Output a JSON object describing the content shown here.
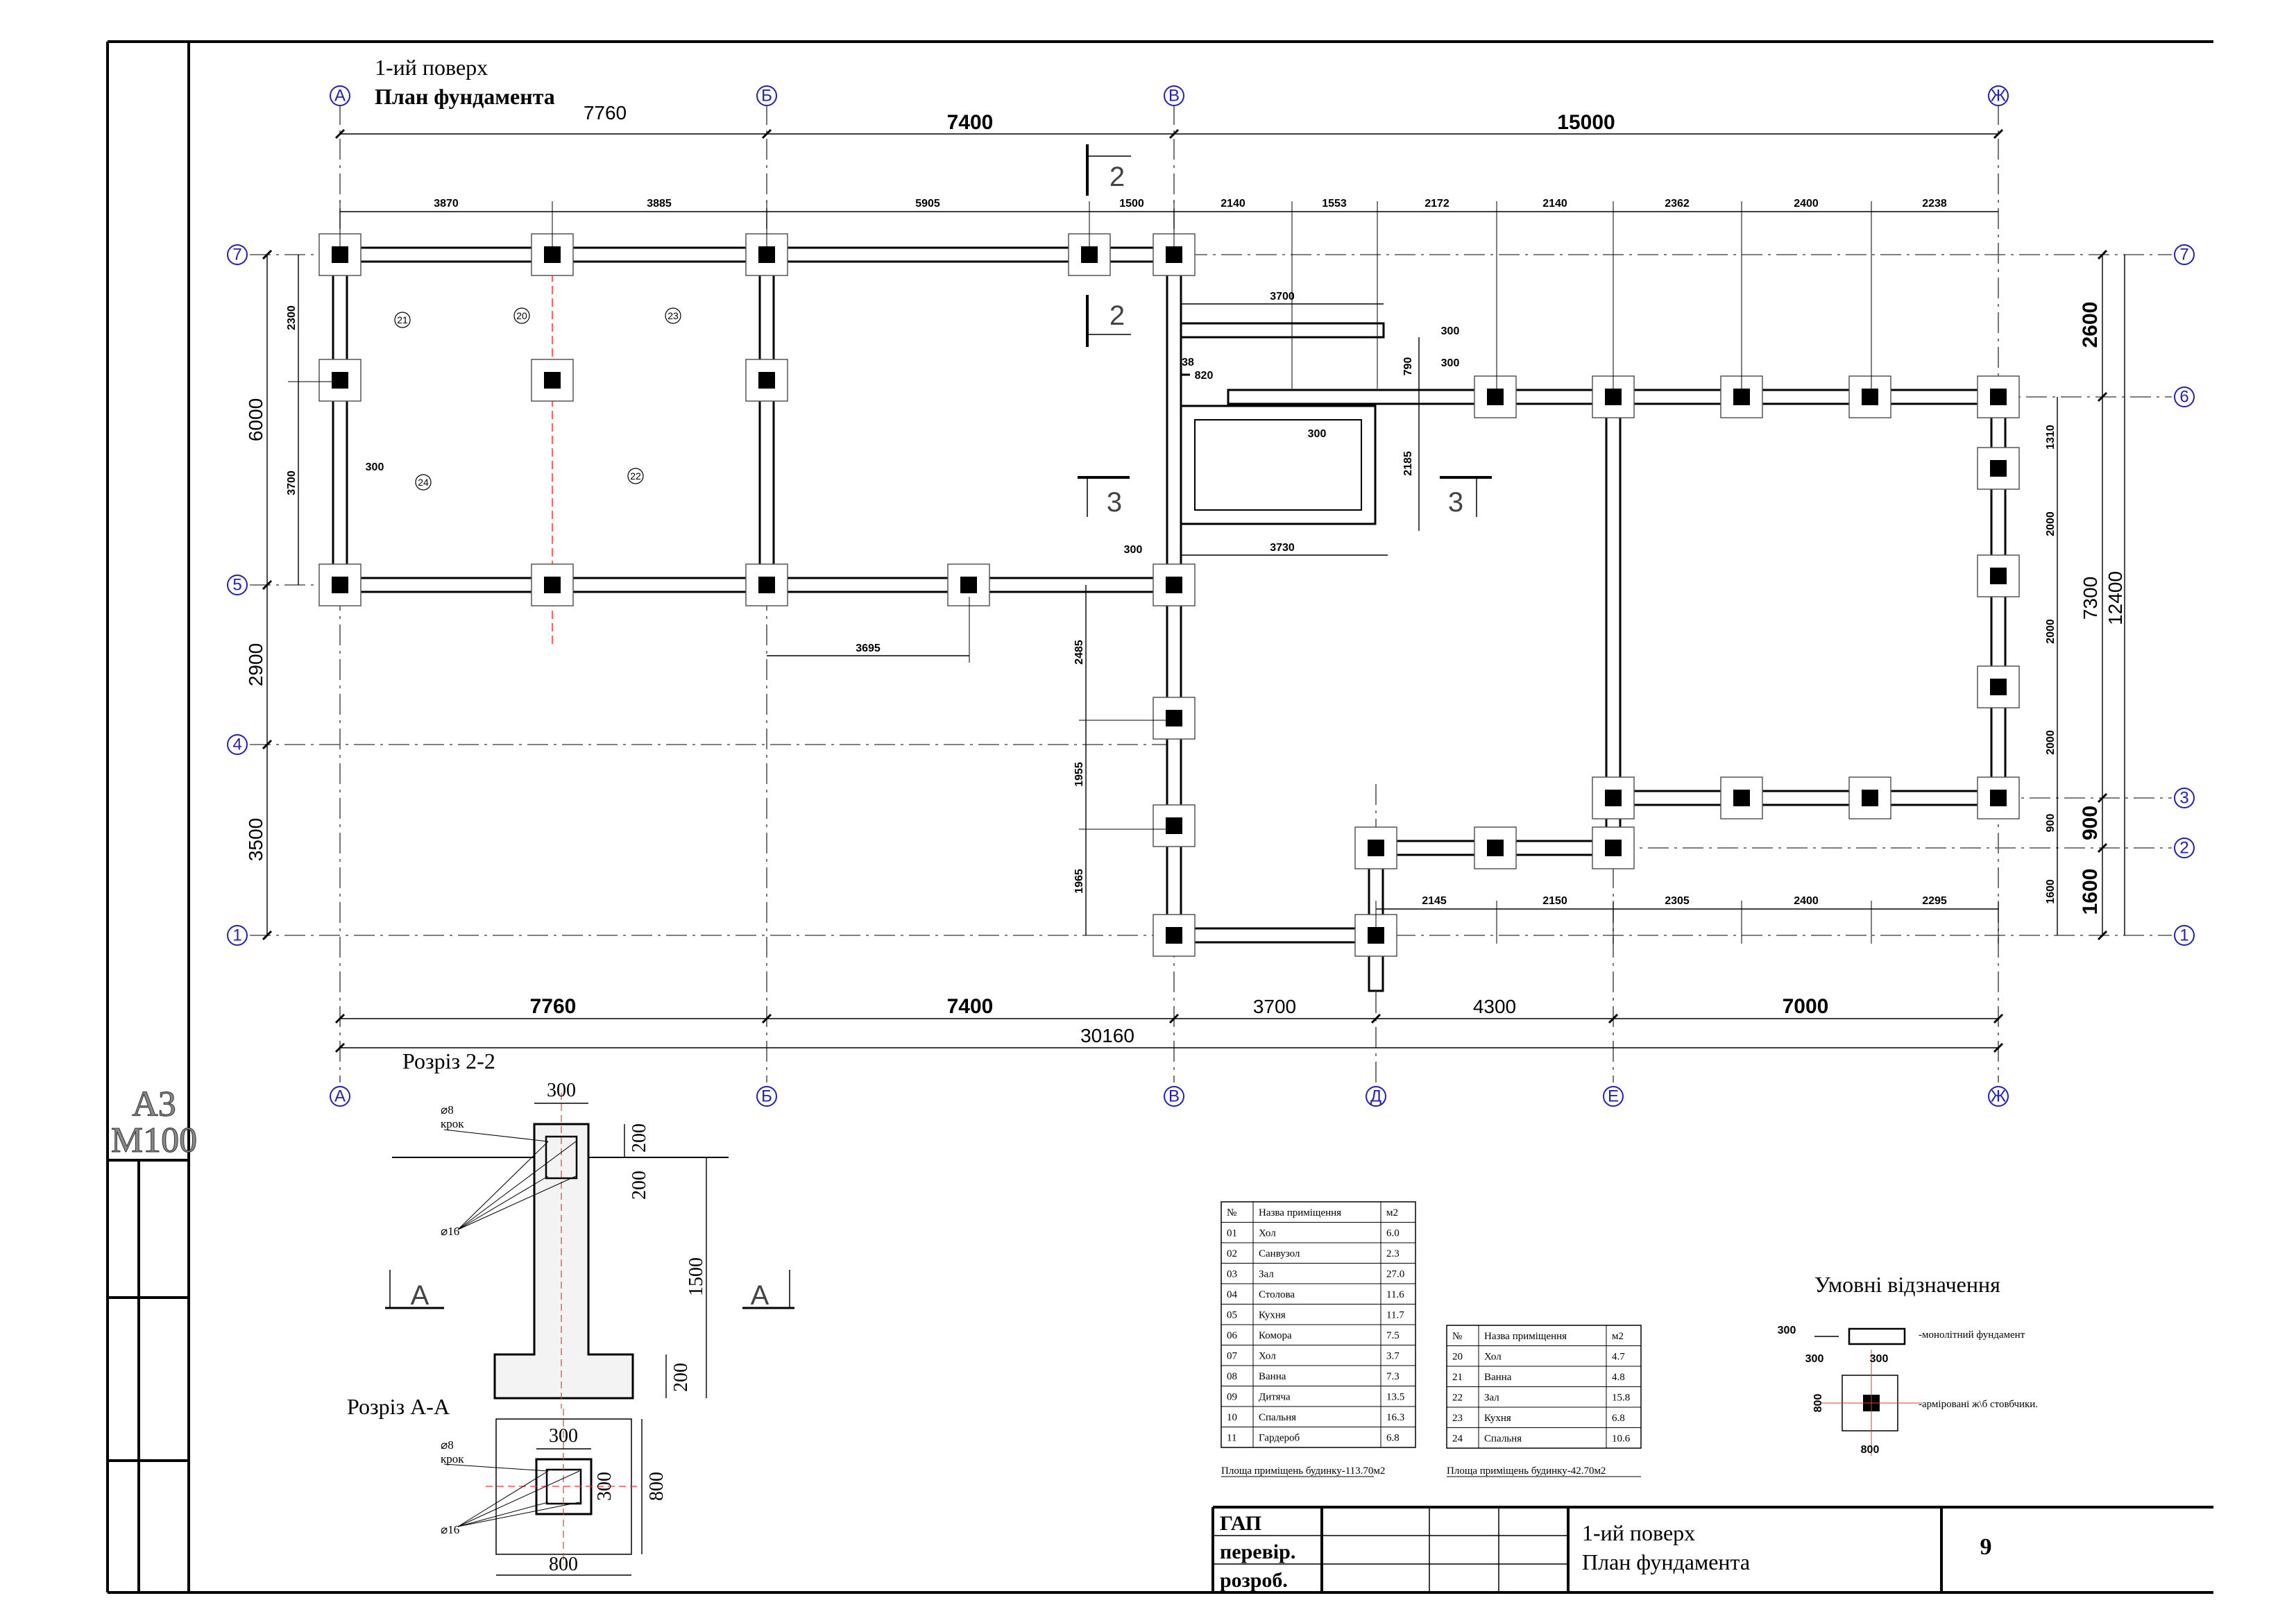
{
  "title_block": {
    "floor": "1-ий поверх",
    "plan_name": "План фундамента",
    "sheet_number": "9",
    "roles": [
      "ГАП",
      "перевір.",
      "розроб."
    ],
    "format": "А3",
    "scale": "М100"
  },
  "header": {
    "floor": "1-ий поверх",
    "plan_name": "План фундамента",
    "top_dim_first": "7760"
  },
  "axes": {
    "letters": [
      "А",
      "Б",
      "В",
      "Д",
      "Е",
      "Ж"
    ],
    "top_letters": [
      "А",
      "Б",
      "В",
      "Ж"
    ],
    "numbers_left": [
      "7",
      "5",
      "4",
      "1"
    ],
    "numbers_right": [
      "7",
      "6",
      "3",
      "2",
      "1"
    ]
  },
  "dims_top_overall": [
    "7400",
    "15000"
  ],
  "dims_top_detail": [
    "3870",
    "3885",
    "5905",
    "1500",
    "2140",
    "1553",
    "2172",
    "2140",
    "2362",
    "2400",
    "2238"
  ],
  "dims_bottom": [
    "7760",
    "7400",
    "3700",
    "4300",
    "7000"
  ],
  "dim_bottom_total": "30160",
  "dims_left_outer": [
    "6000",
    "2900",
    "3500"
  ],
  "dims_left_inner": [
    "2300",
    "3700"
  ],
  "dims_right_outer": [
    "2600",
    "7300",
    "900",
    "1600"
  ],
  "dim_right_total": "12400",
  "dims_right_inner": [
    "1310",
    "2000",
    "2000",
    "2000",
    "900",
    "1600"
  ],
  "dims_interior": {
    "d3700_top": "3700",
    "d300_a": "300",
    "d300_b": "300",
    "d38": "38",
    "d820": "820",
    "d790": "790",
    "d300_c": "300",
    "d2185": "2185",
    "d300_d": "300",
    "d3730": "3730",
    "d300_e": "300",
    "d3695": "3695",
    "d2485": "2485",
    "d1955": "1955",
    "d1965": "1965",
    "lower": [
      "2145",
      "2150",
      "2305",
      "2400",
      "2295"
    ]
  },
  "room_markers": [
    "21",
    "20",
    "23",
    "24",
    "22"
  ],
  "section_marks": {
    "s2": "2",
    "s3": "3"
  },
  "section_22": {
    "title": "Розріз 2-2",
    "d_width": "300",
    "d_top": "200",
    "d_mid": "200",
    "d_height": "1500",
    "d_base": "200",
    "rebar_small": "⌀8",
    "rebar_step": "крок",
    "rebar_big": "⌀16",
    "cut_mark": "А"
  },
  "section_AA": {
    "title": "Розріз А-А",
    "d_top": "300",
    "d_side": "300",
    "d_right": "800",
    "d_bottom": "800",
    "rebar_small": "⌀8",
    "rebar_step": "крок",
    "rebar_big": "⌀16"
  },
  "rooms_table_1": {
    "headers": [
      "№",
      "Назва приміщення",
      "м2"
    ],
    "rows": [
      [
        "01",
        "Хол",
        "6.0"
      ],
      [
        "02",
        "Санвузол",
        "2.3"
      ],
      [
        "03",
        "Зал",
        "27.0"
      ],
      [
        "04",
        "Столова",
        "11.6"
      ],
      [
        "05",
        "Кухня",
        "11.7"
      ],
      [
        "06",
        "Комора",
        "7.5"
      ],
      [
        "07",
        "Хол",
        "3.7"
      ],
      [
        "08",
        "Ванна",
        "7.3"
      ],
      [
        "09",
        "Дитяча",
        "13.5"
      ],
      [
        "10",
        "Спальня",
        "16.3"
      ],
      [
        "11",
        "Гардероб",
        "6.8"
      ]
    ],
    "footer": "Площа приміщень будинку-113.70м2"
  },
  "rooms_table_2": {
    "headers": [
      "№",
      "Назва приміщення",
      "м2"
    ],
    "rows": [
      [
        "20",
        "Хол",
        "4.7"
      ],
      [
        "21",
        "Ванна",
        "4.8"
      ],
      [
        "22",
        "Зал",
        "15.8"
      ],
      [
        "23",
        "Кухня",
        "6.8"
      ],
      [
        "24",
        "Спальня",
        "10.6"
      ]
    ],
    "footer": "Площа приміщень будинку-42.70м2"
  },
  "legend": {
    "title": "Умовні відзначення",
    "item1_dim": "300",
    "item1_text": "-монолітний фундамент",
    "item2_dim_a": "300",
    "item2_dim_b": "300",
    "item2_dim_c": "800",
    "item2_dim_d": "800",
    "item2_text": "-арміровані ж\\б стовбчики."
  }
}
